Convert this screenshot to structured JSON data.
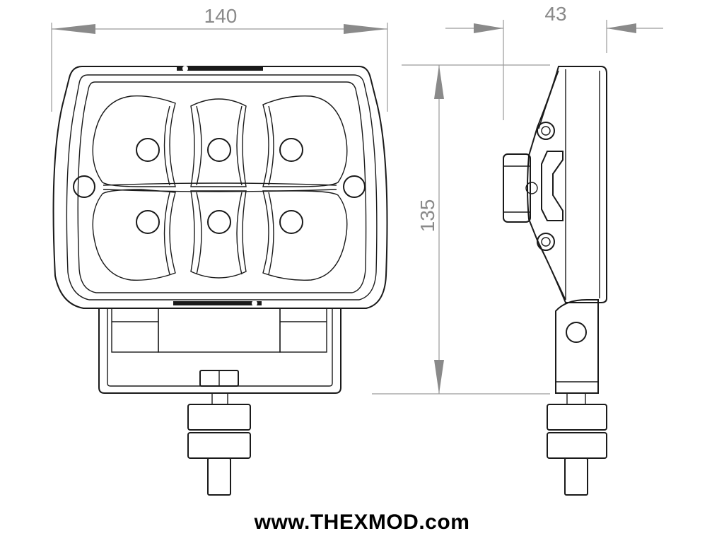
{
  "dimensions": {
    "width": "140",
    "depth": "43",
    "height": "135"
  },
  "footer": {
    "url": "www.THEXMOD.com"
  }
}
